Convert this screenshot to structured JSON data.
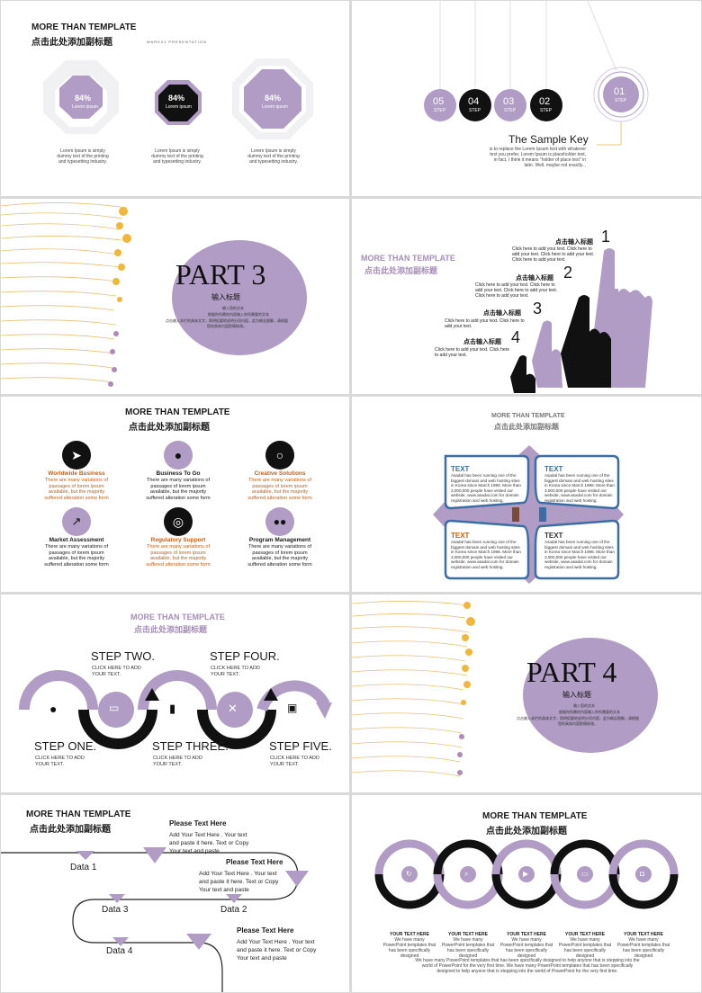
{
  "colors": {
    "lavender": "#b09cc4",
    "lavender_dark": "#8e74a8",
    "black": "#111111",
    "blue": "#3a6ea5",
    "orange": "#c0601a"
  },
  "s1": {
    "title": "MORE THAN TEMPLATE",
    "subtitle": "点击此处添加副标题",
    "tag": "WARK01 PRESENTATION",
    "octagons": [
      {
        "pct": "84%",
        "label": "Lorem ipsum",
        "desc": "Lorem Ipsum is simply dummy text of the printing and typesetting industry."
      },
      {
        "pct": "84%",
        "label": "Lorem ipsum",
        "desc": "Lorem Ipsum is simply dummy text of the printing and typesetting industry."
      },
      {
        "pct": "84%",
        "label": "Lorem ipsum",
        "desc": "Lorem Ipsum is simply dummy text of the printing and typesetting industry."
      }
    ]
  },
  "s2": {
    "steps": [
      {
        "num": "05",
        "word": "STEP"
      },
      {
        "num": "04",
        "word": "STEP"
      },
      {
        "num": "03",
        "word": "STEP"
      },
      {
        "num": "02",
        "word": "STEP"
      },
      {
        "num": "01",
        "word": "STEP"
      }
    ],
    "heading": "The Sample Key",
    "body": "is to replace the Lorem Ipsum text with whatever text you prefer. Lorem Ipsum is placeholder text, in fact, I think it means \"holder of place text\" in latin. Well, maybe not exactly..."
  },
  "s3": {
    "part": "PART 3",
    "sub": "输入标题",
    "body1": "输入您的文本",
    "body2": "根据你所需的内容输入你所需要的文本",
    "body3": "点击输入本栏的具体文字，简明扼要地说明分项内容，此为概念图解，请根据您的具体内容酌情修改。"
  },
  "s4": {
    "title": "MORE THAN TEMPLATE",
    "subtitle": "点击此处添加副标题",
    "items": [
      {
        "heading": "点击输入标题",
        "num": "1",
        "text": "Click here to add your text. Click here to add your text. Click here to add your text. Click here to add your text."
      },
      {
        "heading": "点击输入标题",
        "num": "2",
        "text": "Click here to add your text. Click here to add your text. Click here to add your text. Click here to add your text."
      },
      {
        "heading": "点击输入标题",
        "num": "3",
        "text": "Click here to add your text. Click here to add your text."
      },
      {
        "heading": "点击输入标题",
        "num": "4",
        "text": "Click here to add your text. Click here to add your text."
      }
    ]
  },
  "s5": {
    "title": "MORE THAN TEMPLATE",
    "subtitle": "点击此处添加副标题",
    "items": [
      {
        "title": "Worldwide Business",
        "text": "There are many variations of passages of lorem ipsum available, but the majority suffered alteration some form",
        "accent": true,
        "icon": "paper-plane-icon"
      },
      {
        "title": "Business To Go",
        "text": "There are many variations of passages of lorem ipsum available, but the majority suffered alteration some form",
        "accent": false,
        "icon": "globe-icon"
      },
      {
        "title": "Creative Solutions",
        "text": "There are many variations of passages of lorem ipsum available, but the majority suffered alteration some form",
        "accent": true,
        "icon": "lightbulb-icon"
      },
      {
        "title": "Market Assessment",
        "text": "There are many variations of passages of lorem ipsum available, but the majority suffered alteration some form",
        "accent": false,
        "icon": "chart-icon"
      },
      {
        "title": "Regulatory Support",
        "text": "There are many variations of passages of lorem ipsum available, but the majority suffered alteration some form",
        "accent": true,
        "icon": "lifebuoy-icon"
      },
      {
        "title": "Program Management",
        "text": "There are many variations of passages of lorem ipsum available, but the majority suffered alteration some form",
        "accent": false,
        "icon": "people-icon"
      }
    ]
  },
  "s6": {
    "title": "MORE THAN TEMPLATE",
    "subtitle": "点击此处添加副标题",
    "boxes": [
      {
        "title": "TEXT",
        "text": "Asadal has been running one of the biggest domain and web hosting sites in Korea since March 1998. More than 3,000,000 people have visited our website, www.asadal.com for domain registration and web hosting."
      },
      {
        "title": "TEXT",
        "text": "Asadal has been running one of the biggest domain and web hosting sites in Korea since March 1998. More than 3,000,000 people have visited our website, www.asadal.com for domain registration and web hosting."
      },
      {
        "title": "TEXT",
        "text": "Asadal has been running one of the biggest domain and web hosting sites in Korea since March 1998. More than 3,000,000 people have visited our website, www.asadal.com for domain registration and web hosting."
      },
      {
        "title": "TEXT",
        "text": "Asadal has been running one of the biggest domain and web hosting sites in Korea since March 1998. More than 3,000,000 people have visited our website, www.asadal.com for domain registration and web hosting."
      }
    ]
  },
  "s7": {
    "title": "MORE THAN TEMPLATE",
    "subtitle": "点击此处添加副标题",
    "steps": [
      {
        "name": "STEP ONE.",
        "text": "CLICK HERE TO ADD YOUR TEXT."
      },
      {
        "name": "STEP TWO.",
        "text": "CLICK HERE TO ADD YOUR TEXT."
      },
      {
        "name": "STEP THREE.",
        "text": "CLICK HERE TO ADD YOUR TEXT."
      },
      {
        "name": "STEP FOUR.",
        "text": "CLICK HERE TO ADD YOUR TEXT."
      },
      {
        "name": "STEP FIVE.",
        "text": "CLICK HERE TO ADD YOUR TEXT."
      }
    ]
  },
  "s8": {
    "part": "PART 4",
    "sub": "输入标题",
    "body1": "输入您的文本",
    "body2": "根据你所需的内容输入你所需要的文本",
    "body3": "点击输入本栏的具体文字，简明扼要地说明分项内容，此为概念图解，请根据您的具体内容酌情修改。"
  },
  "s9": {
    "title": "MORE THAN TEMPLATE",
    "subtitle": "点击此处添加副标题",
    "data_labels": [
      "Data 1",
      "Data 2",
      "Data 3",
      "Data 4"
    ],
    "blocks": [
      {
        "heading": "Please Text Here",
        "text": "Add Your Text Here . Your text and paste it here. Text or Copy Your text and paste"
      },
      {
        "heading": "Please Text Here",
        "text": "Add Your Text Here . Your text and paste it here. Text or Copy Your text and paste"
      },
      {
        "heading": "Please Text Here",
        "text": "Add Your Text Here . Your text and paste it here. Text or Copy Your text and paste"
      }
    ]
  },
  "s10": {
    "title": "MORE THAN TEMPLATE",
    "subtitle": "点击此处添加副标题",
    "items": [
      {
        "heading": "YOUR TEXT HERE",
        "text": "We have many PowerPoint templates that has been specifically designed"
      },
      {
        "heading": "YOUR TEXT HERE",
        "text": "We have many PowerPoint templates that has been specifically designed"
      },
      {
        "heading": "YOUR TEXT HERE",
        "text": "We have many PowerPoint templates that has been specifically designed"
      },
      {
        "heading": "YOUR TEXT HERE",
        "text": "We have many PowerPoint templates that has been specifically designed"
      },
      {
        "heading": "YOUR TEXT HERE",
        "text": "We have many PowerPoint templates that has been specifically designed"
      }
    ],
    "footer": "We have many PowerPoint templates that has been specifically designed to help anyone that is stepping into the world of PowerPoint for the very first time. We have many PowerPoint templates that has been specifically designed to help anyone that is stepping into the world of PowerPoint for the very first time."
  }
}
